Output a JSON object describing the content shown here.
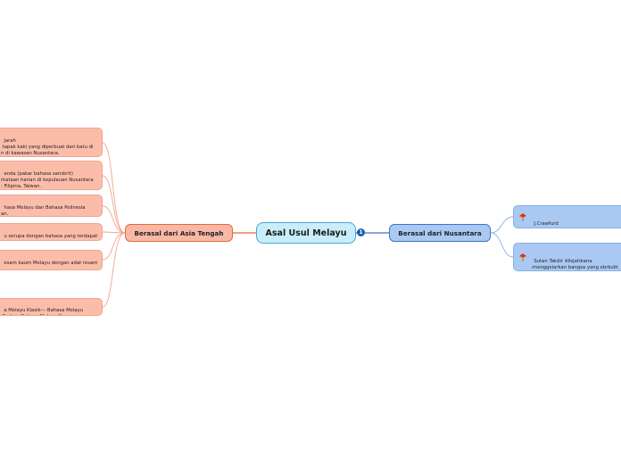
{
  "central": {
    "title": "Asal Usul Melayu",
    "badge": "1"
  },
  "branches": {
    "left": {
      "title": "Berasal dari Asia Tengah",
      "items": [
        "jarah\n tapak kaki yang diperbuat dari batu di\nn di kawasan Nusantara.\na Tenggara ke Kepulauan Melayu",
        "anda (pakar bahasa sanskrit)\nrkataan harian di kepulauan Nusantara\n: Filipina, Taiwan.\ni daripada satu induk di Asia.",
        "hasa Melayu dan Bahasa Polinesia\nan.",
        "u serupa dengan bahasa yang terdapat",
        "esam kaum Melayu dengan adat resam",
        "a Melayu Klasik--- Bahasa Melayu\n Purba---Bahasa Melayu Kuno"
      ]
    },
    "right": {
      "title": "Berasal dari Nusantara",
      "items": [
        {
          "text": "J.Crawfurd\n-bahasa yang tersebar di Nusantara\nPulau Jawa",
          "icon": "flag-icon"
        },
        {
          "text": "Sutan Takdir Alisjahbana\n-menggelarkan bangsa yang ebrkulit\nsebagai bangsa yang berasal daripa\nsatu.",
          "icon": "flag-icon"
        }
      ]
    }
  },
  "colors": {
    "central_fill": "#c8eefb",
    "left_branch": "#e2683f",
    "left_fill": "#f9b8a6",
    "right_branch": "#3e74c4",
    "right_fill": "#a9c9f3",
    "badge": "#1f5fa8"
  }
}
